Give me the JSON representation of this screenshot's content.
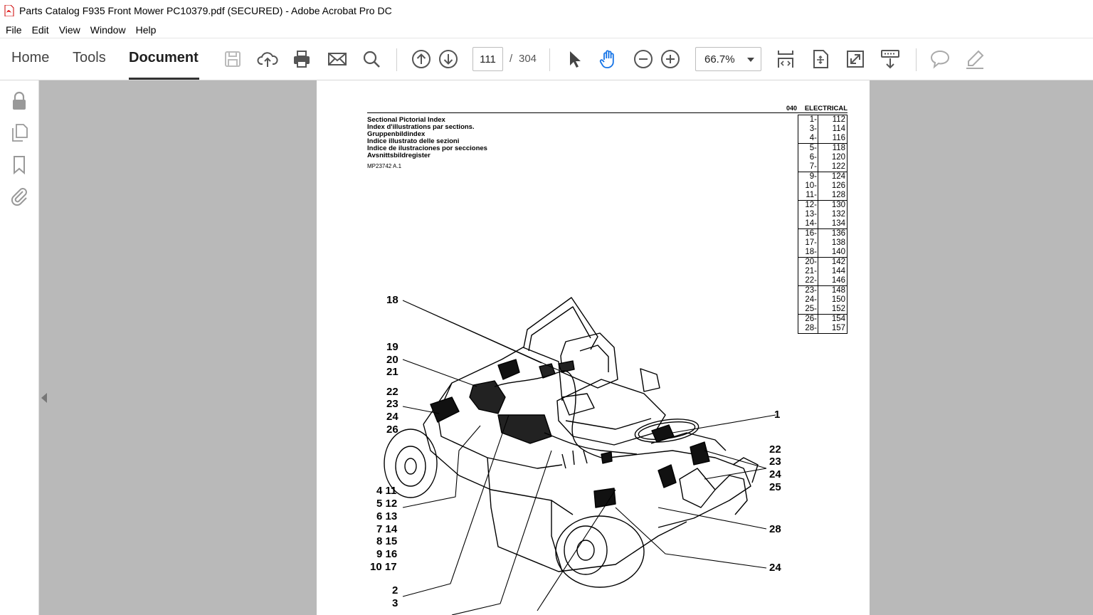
{
  "window": {
    "title": "Parts Catalog F935 Front Mower PC10379.pdf (SECURED) - Adobe Acrobat Pro DC"
  },
  "menu": [
    "File",
    "Edit",
    "View",
    "Window",
    "Help"
  ],
  "tabs": {
    "home": "Home",
    "tools": "Tools",
    "document": "Document"
  },
  "navigation": {
    "current_page": "111",
    "separator": "/",
    "total_pages": "304"
  },
  "zoom": {
    "value": "66.7%"
  },
  "document": {
    "section_code": "040",
    "section_name": "ELECTRICAL",
    "index_titles": [
      "Sectional Pictorial Index",
      "Index d'illustrations par sections.",
      "Gruppenbildindex",
      "Indice illustrato delle sezioni",
      "Indice de ilustraciones por secciones",
      "Avsnittsbildregister"
    ],
    "image_code": "MP23742 A.1",
    "index_groups": [
      [
        [
          "1-",
          "112"
        ],
        [
          "3-",
          "114"
        ],
        [
          "4-",
          "116"
        ]
      ],
      [
        [
          "5-",
          "118"
        ],
        [
          "6-",
          "120"
        ],
        [
          "7-",
          "122"
        ]
      ],
      [
        [
          "9-",
          "124"
        ],
        [
          "10-",
          "126"
        ],
        [
          "11-",
          "128"
        ]
      ],
      [
        [
          "12-",
          "130"
        ],
        [
          "13-",
          "132"
        ],
        [
          "14-",
          "134"
        ]
      ],
      [
        [
          "16-",
          "136"
        ],
        [
          "17-",
          "138"
        ],
        [
          "18-",
          "140"
        ]
      ],
      [
        [
          "20-",
          "142"
        ],
        [
          "21-",
          "144"
        ],
        [
          "22-",
          "146"
        ]
      ],
      [
        [
          "23-",
          "148"
        ],
        [
          "24-",
          "150"
        ],
        [
          "25-",
          "152"
        ]
      ],
      [
        [
          "26-",
          "154"
        ],
        [
          "28-",
          "157"
        ]
      ]
    ],
    "callouts": {
      "c18": "18",
      "c19": "19",
      "c20": "20",
      "c21": "21",
      "c22a": "22",
      "c23a": "23",
      "c24a": "24",
      "c26": "26",
      "c4_11": "4 11",
      "c5_12": "5 12",
      "c6_13": "6 13",
      "c7_14": "7 14",
      "c8_15": "8 15",
      "c9_16": "9 16",
      "c10_17": "10 17",
      "c2": "2",
      "c3": "3",
      "c1": "1",
      "c22b": "22",
      "c23b": "23",
      "c24b": "24",
      "c25": "25",
      "c28": "28",
      "c24c": "24"
    }
  }
}
